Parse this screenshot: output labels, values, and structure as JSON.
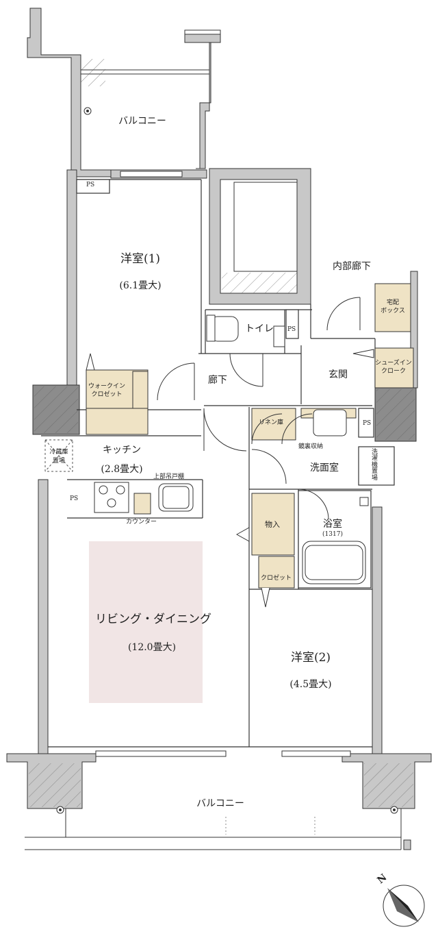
{
  "rooms": {
    "balcony_top": "バルコニー",
    "balcony_bottom": "バルコニー",
    "western1_name": "洋室(1)",
    "western1_size": "(6.1畳大)",
    "western2_name": "洋室(2)",
    "western2_size": "(4.5畳大)",
    "living_name": "リビング・ダイニング",
    "living_size": "(12.0畳大)",
    "kitchen_name": "キッチン",
    "kitchen_size": "(2.8畳大)",
    "inner_corridor": "内部廊下",
    "toilet": "トイレ",
    "hallway": "廊下",
    "entrance": "玄関",
    "washroom": "洗面室",
    "bath_name": "浴室",
    "bath_size": "(1317)"
  },
  "storage": {
    "walkin_1": "ウォークイン",
    "walkin_2": "クロゼット",
    "shoes_1": "シューズイン",
    "shoes_2": "クローク",
    "delivery_1": "宅配",
    "delivery_2": "ボックス",
    "linen": "リネン庫",
    "mirror": "鏡裏収納",
    "storeroom": "物入",
    "closet": "クロゼット",
    "upper_cabinet": "上部吊戸棚",
    "counter": "カウンター"
  },
  "fixtures": {
    "fridge_1": "冷蔵庫",
    "fridge_2": "置場",
    "washer_1": "洗",
    "washer_2": "濯",
    "washer_3": "機",
    "washer_4": "置",
    "washer_5": "場"
  },
  "ps_labels": [
    "PS",
    "PS",
    "PS",
    "PS"
  ],
  "compass": {
    "label": "N"
  },
  "colors": {
    "wall": "#c8c8c8",
    "wall_dark": "#8c8c8c",
    "storage": "#efe3c5",
    "living_area": "#f1e5e5",
    "line": "#333333"
  }
}
